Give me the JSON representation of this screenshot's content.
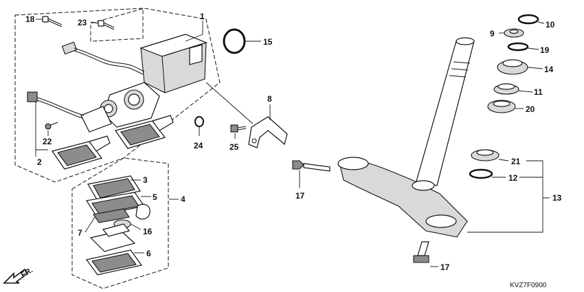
{
  "callouts": [
    {
      "id": "c18",
      "label": "18"
    },
    {
      "id": "c23",
      "label": "23"
    },
    {
      "id": "c1",
      "label": "1"
    },
    {
      "id": "c15",
      "label": "15"
    },
    {
      "id": "c8",
      "label": "8"
    },
    {
      "id": "c22",
      "label": "22"
    },
    {
      "id": "c2",
      "label": "2"
    },
    {
      "id": "c24",
      "label": "24"
    },
    {
      "id": "c25",
      "label": "25"
    },
    {
      "id": "c3",
      "label": "3"
    },
    {
      "id": "c5",
      "label": "5"
    },
    {
      "id": "c4",
      "label": "4"
    },
    {
      "id": "c7",
      "label": "7"
    },
    {
      "id": "c16",
      "label": "16"
    },
    {
      "id": "c6",
      "label": "6"
    },
    {
      "id": "c17a",
      "label": "17"
    },
    {
      "id": "c17b",
      "label": "17"
    },
    {
      "id": "c10",
      "label": "10"
    },
    {
      "id": "c9",
      "label": "9"
    },
    {
      "id": "c19",
      "label": "19"
    },
    {
      "id": "c14",
      "label": "14"
    },
    {
      "id": "c11",
      "label": "11"
    },
    {
      "id": "c20",
      "label": "20"
    },
    {
      "id": "c21",
      "label": "21"
    },
    {
      "id": "c12",
      "label": "12"
    },
    {
      "id": "c13",
      "label": "13"
    }
  ],
  "direction_label": "FR.",
  "diagram_code": "KVZ7F0900"
}
